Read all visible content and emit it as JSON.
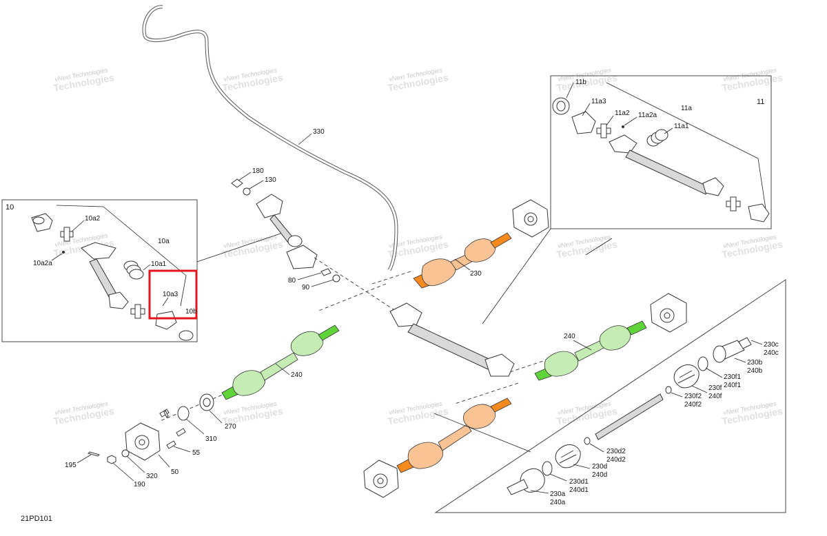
{
  "diagram": {
    "code": "21PD101",
    "highlight_color": "#e3141c",
    "green_color": "#5fd43a",
    "orange_color": "#f58a1f",
    "watermark": {
      "line1": "vNext Technologies",
      "line2": "Technologies"
    },
    "callouts": {
      "c10": "10",
      "c10a2": "10a2",
      "c10a": "10a",
      "c10a2a": "10a2a",
      "c10a1": "10a1",
      "c10a3": "10a3",
      "c10b": "10b",
      "c11": "11",
      "c11b": "11b",
      "c11a3": "11a3",
      "c11a2": "11a2",
      "c11a2a": "11a2a",
      "c11a": "11a",
      "c11a1": "11a1",
      "c330": "330",
      "c180": "180",
      "c130": "130",
      "c80": "80",
      "c90": "90",
      "c230": "230",
      "c240_left": "240",
      "c240_right": "240",
      "c230c": "230c",
      "c240c": "240c",
      "c230b": "230b",
      "c240b": "240b",
      "c230f1": "230f1",
      "c240f1": "240f1",
      "c230f": "230f",
      "c240f": "240f",
      "c230f2": "230f2",
      "c240f2": "240f2",
      "c230d2": "230d2",
      "c240d2": "240d2",
      "c230d": "230d",
      "c240d": "240d",
      "c230d1": "230d1",
      "c240d1": "240d1",
      "c230a": "230a",
      "c240a": "240a",
      "c310": "310",
      "c270": "270",
      "c55": "55",
      "c195": "195",
      "c320": "320",
      "c50": "50",
      "c190": "190"
    }
  }
}
